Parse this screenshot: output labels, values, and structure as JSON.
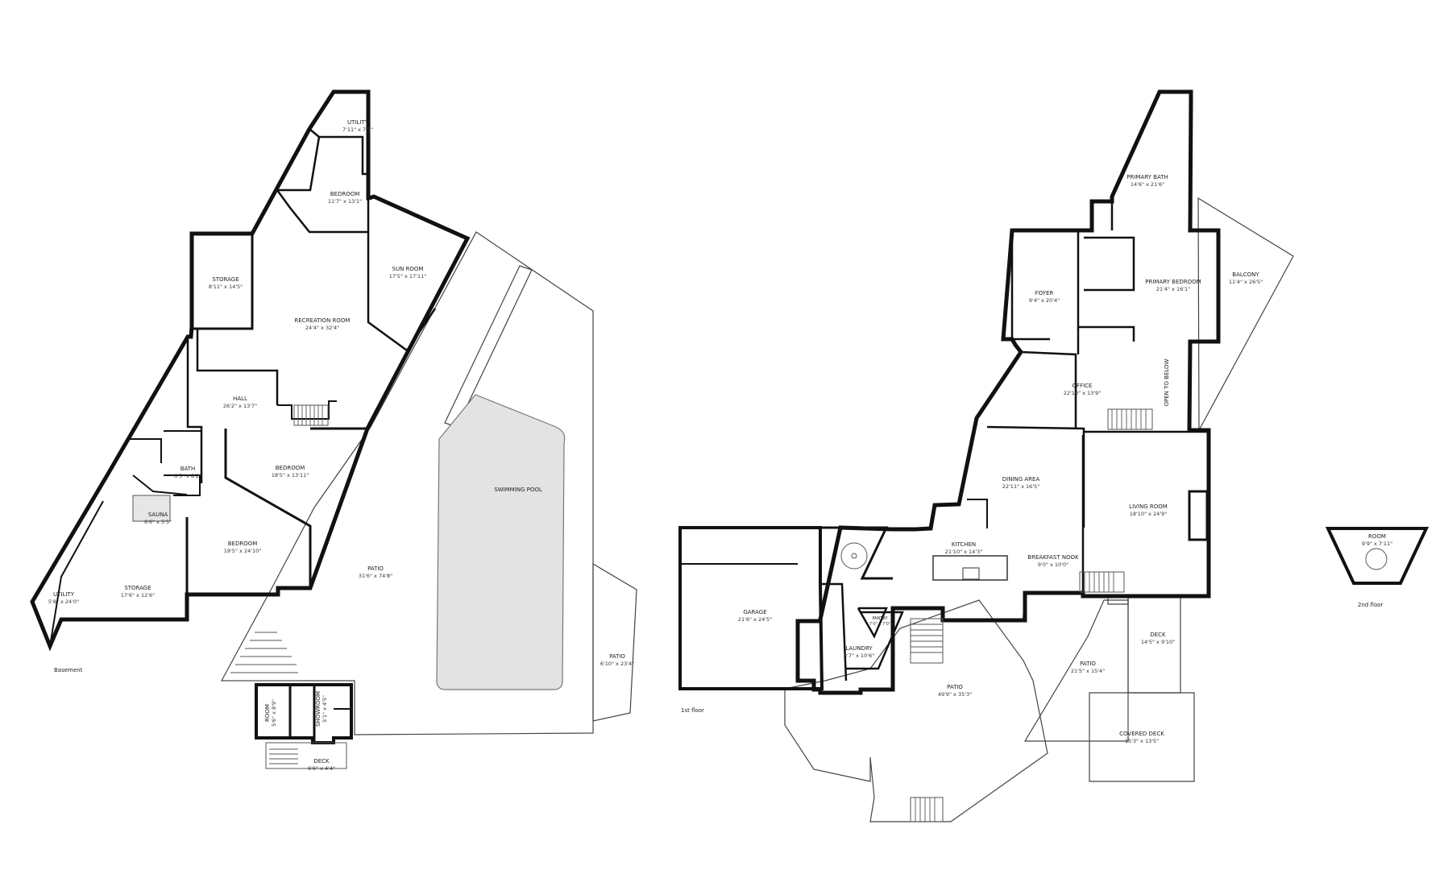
{
  "floors": {
    "basement": "Basement",
    "first": "1st floor",
    "second": "2nd floor"
  },
  "basement_rooms": {
    "utility_top": {
      "label": "UTILITY",
      "dims": "7'11\" x 7'5\""
    },
    "bedroom_top": {
      "label": "BEDROOM",
      "dims": "11'7\" x 13'1\""
    },
    "storage_top": {
      "label": "STORAGE",
      "dims": "8'11\" x 14'5\""
    },
    "sun_room": {
      "label": "SUN ROOM",
      "dims": "17'5\" x 17'11\""
    },
    "recreation_room": {
      "label": "RECREATION ROOM",
      "dims": "24'4\" x 32'4\""
    },
    "hall": {
      "label": "HALL",
      "dims": "26'2\" x 13'7\""
    },
    "bath": {
      "label": "BATH",
      "dims": "6'5\" x 8'2\""
    },
    "bedroom_mid": {
      "label": "BEDROOM",
      "dims": "18'5\" x 13'11\""
    },
    "sauna": {
      "label": "SAUNA",
      "dims": "6'6\" x 5'5\""
    },
    "bedroom_low": {
      "label": "BEDROOM",
      "dims": "19'5\" x 24'10\""
    },
    "storage_low": {
      "label": "STORAGE",
      "dims": "17'6\" x 12'6\""
    },
    "utility_low": {
      "label": "UTILITY",
      "dims": "5'8\" x 24'0\""
    },
    "swimming_pool": {
      "label": "SWIMMING POOL",
      "dims": ""
    },
    "patio_main": {
      "label": "PATIO",
      "dims": "31'6\" x 74'8\""
    },
    "patio_side": {
      "label": "PATIO",
      "dims": "6'10\" x 23'4\""
    },
    "room_small": {
      "label": "ROOM",
      "dims": "5'6\" x 8'9\""
    },
    "showroom": {
      "label": "SHOWROOM",
      "dims": "5'1\" x 4'5\""
    },
    "deck_small": {
      "label": "DECK",
      "dims": "6'6\" x 4'4\""
    }
  },
  "first_rooms": {
    "primary_bath": {
      "label": "PRIMARY BATH",
      "dims": "14'6\" x 21'6\""
    },
    "foyer": {
      "label": "FOYER",
      "dims": "9'4\" x 20'4\""
    },
    "primary_bedroom": {
      "label": "PRIMARY BEDROOM",
      "dims": "21'4\" x 16'1\""
    },
    "balcony": {
      "label": "BALCONY",
      "dims": "11'4\" x 26'5\""
    },
    "office": {
      "label": "OFFICE",
      "dims": "22'10\" x 13'9\""
    },
    "open_below": {
      "label": "OPEN TO BELOW",
      "dims": ""
    },
    "dining_area": {
      "label": "DINING AREA",
      "dims": "22'11\" x 16'5\""
    },
    "living_room": {
      "label": "LIVING ROOM",
      "dims": "18'10\" x 24'9\""
    },
    "kitchen": {
      "label": "KITCHEN",
      "dims": "21'10\" x 14'3\""
    },
    "breakfast_nook": {
      "label": "BREAKFAST NOOK",
      "dims": "9'0\" x 10'0\""
    },
    "garage": {
      "label": "GARAGE",
      "dims": "21'6\" x 24'5\""
    },
    "pantry": {
      "label": "PANTRY",
      "dims": "7'0\" x 7'0\""
    },
    "laundry": {
      "label": "LAUNDRY",
      "dims": "8'7\" x 10'6\""
    },
    "patio_center": {
      "label": "PATIO",
      "dims": "49'9\" x 35'3\""
    },
    "patio_right": {
      "label": "PATIO",
      "dims": "21'5\" x 15'4\""
    },
    "deck": {
      "label": "DECK",
      "dims": "14'5\" x 9'10\""
    },
    "covered_deck": {
      "label": "COVERED DECK",
      "dims": "15'3\" x 13'5\""
    }
  },
  "second_rooms": {
    "room": {
      "label": "ROOM",
      "dims": "9'9\" x 7'11\""
    }
  }
}
